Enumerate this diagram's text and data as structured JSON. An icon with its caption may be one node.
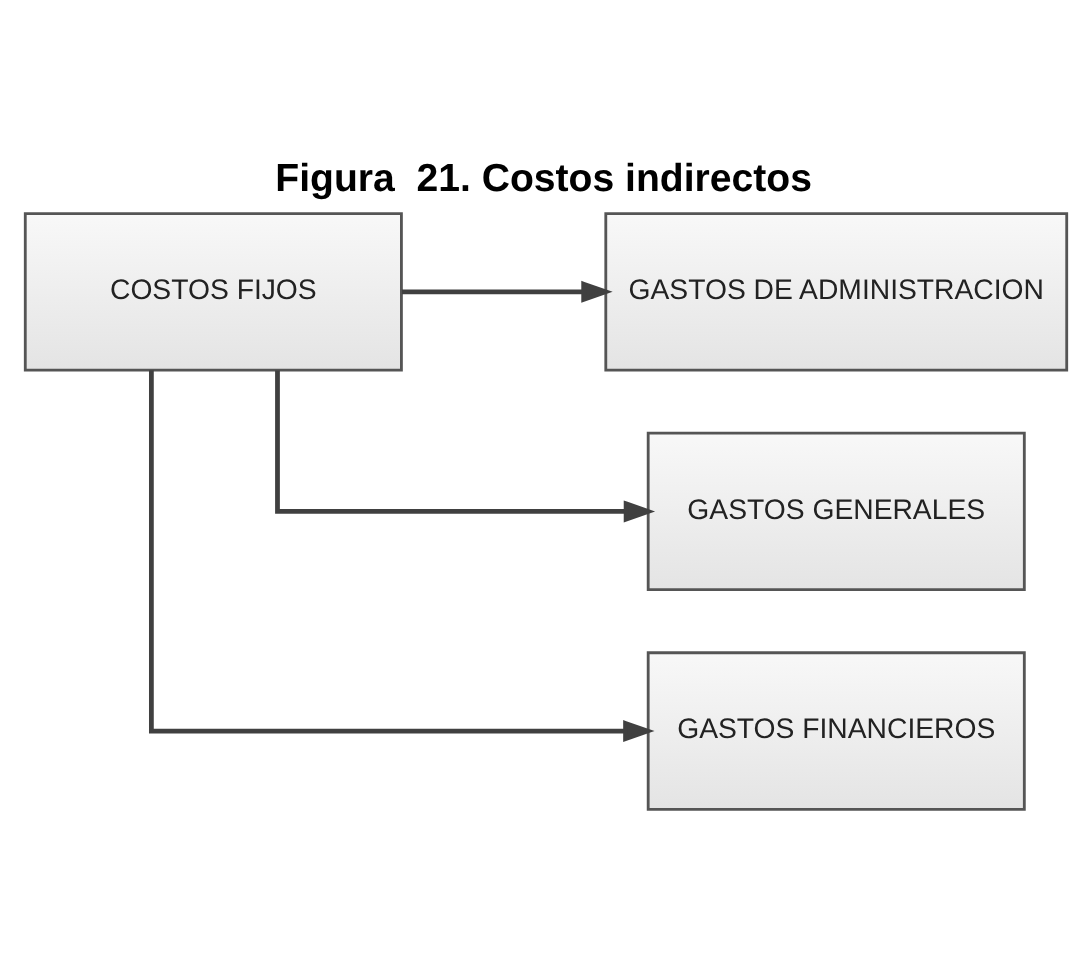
{
  "diagram": {
    "title": "Figura  21. Costos indirectos",
    "nodes": [
      {
        "text": [
          "COSTOS FIJOS"
        ]
      },
      {
        "text": [
          "GASTOS DE ADMINISTRACION"
        ]
      },
      {
        "text": [
          "GASTOS GENERALES"
        ]
      },
      {
        "text": [
          "GASTOS FINANCIEROS"
        ]
      }
    ],
    "edges": [
      {
        "from": 0,
        "to": 1,
        "arrow": "to"
      },
      {
        "from": 0,
        "to": 2,
        "arrow": "to"
      },
      {
        "from": 0,
        "to": 3,
        "arrow": "to"
      }
    ]
  }
}
